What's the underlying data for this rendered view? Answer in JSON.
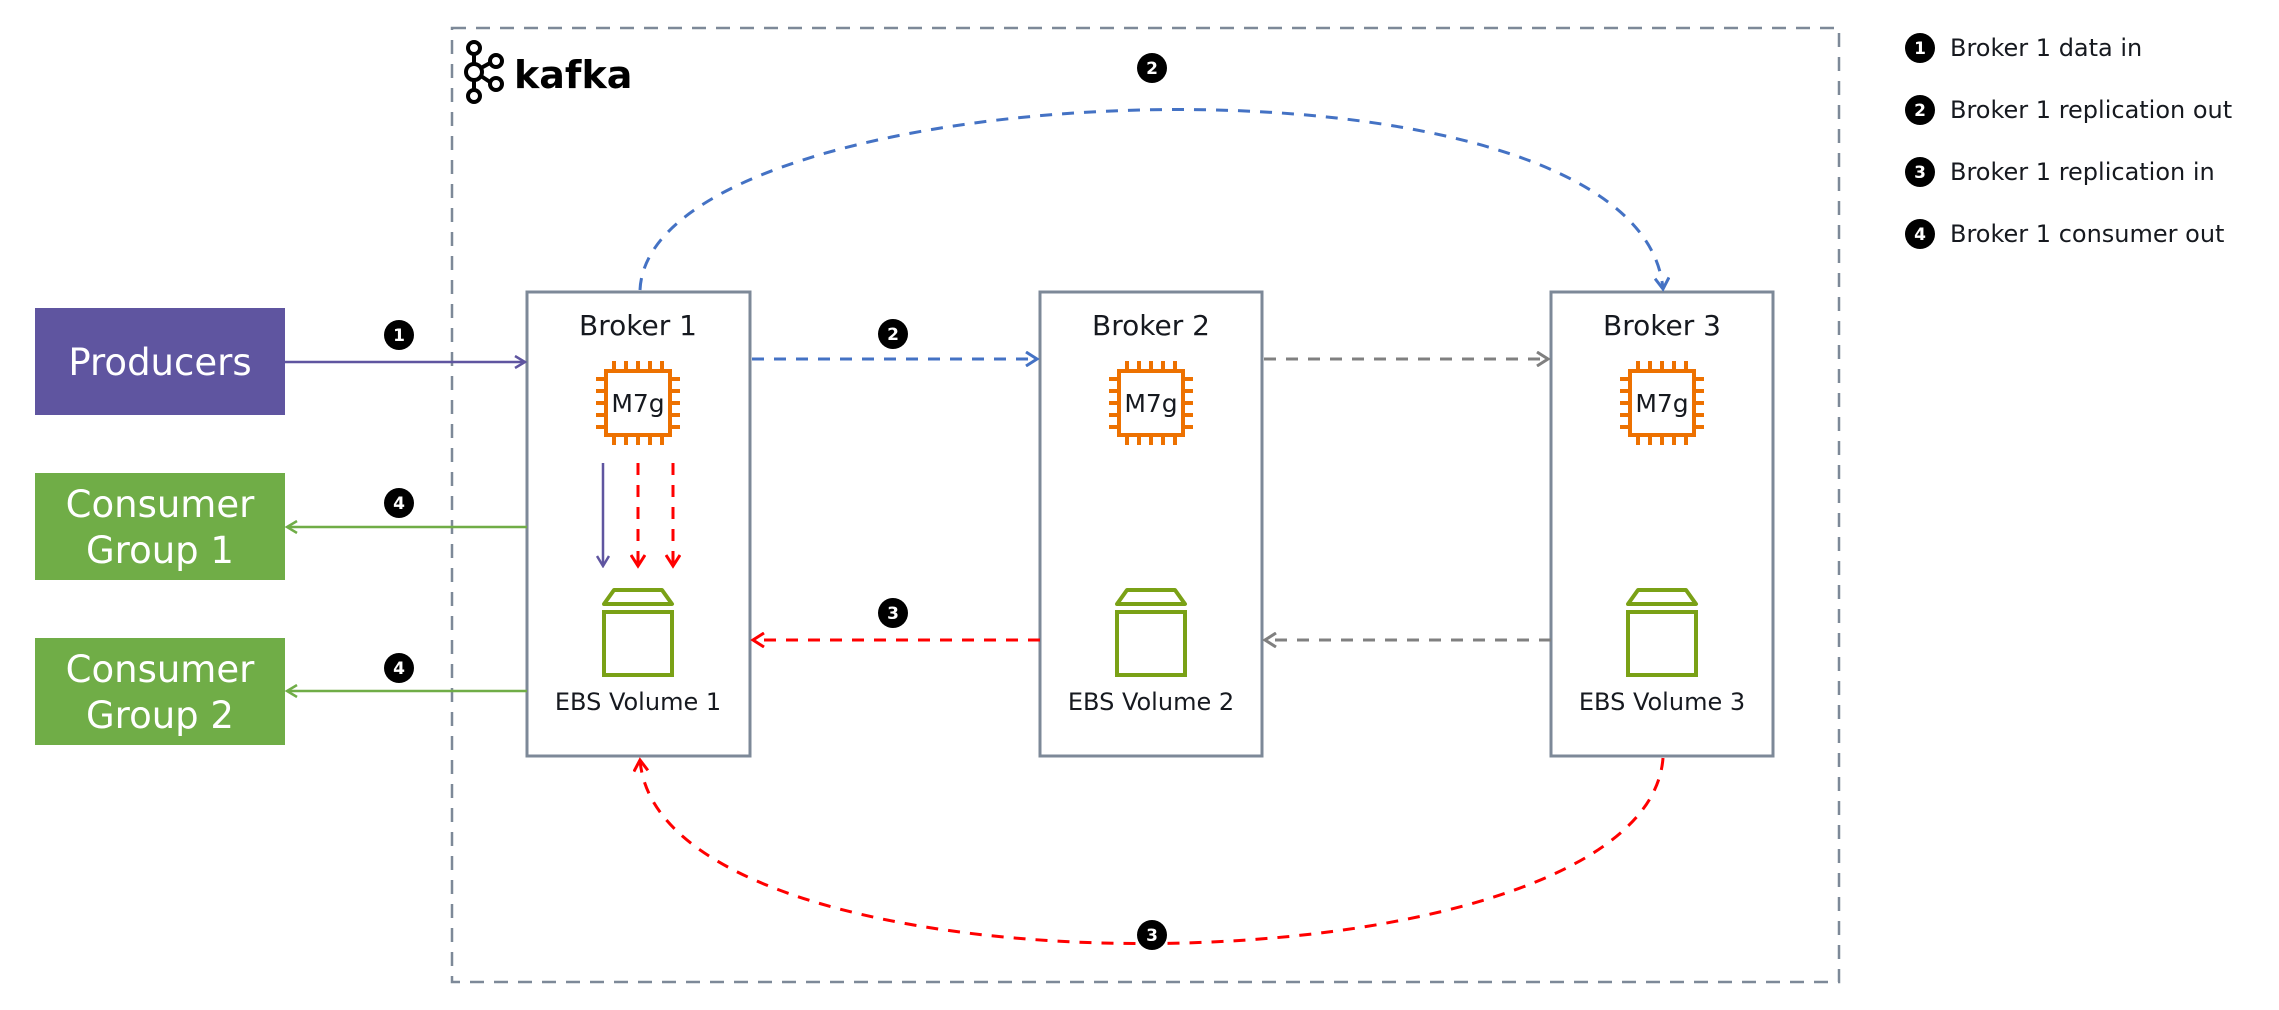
{
  "platform": {
    "name": "kafka"
  },
  "colors": {
    "producer": "#5f55a0",
    "consumer": "#70ad47",
    "replication_out": "#4472c4",
    "replication_in": "#ff0000",
    "follower": "#808080",
    "chip": "#ed7100",
    "volume": "#7aa116",
    "border": "#7d8998"
  },
  "clients": {
    "producers": {
      "label": "Producers"
    },
    "consumer_group_1": {
      "line1": "Consumer",
      "line2": "Group 1"
    },
    "consumer_group_2": {
      "line1": "Consumer",
      "line2": "Group 2"
    }
  },
  "brokers": [
    {
      "title": "Broker 1",
      "instance": "M7g",
      "volume": "EBS Volume 1"
    },
    {
      "title": "Broker 2",
      "instance": "M7g",
      "volume": "EBS Volume 2"
    },
    {
      "title": "Broker 3",
      "instance": "M7g",
      "volume": "EBS Volume 3"
    }
  ],
  "flows": [
    {
      "id": "producer-to-broker1",
      "badge": "1",
      "from": "Producers",
      "to": "Broker 1",
      "style": "solid",
      "color_key": "producer"
    },
    {
      "id": "broker1-to-cg1",
      "badge": "4",
      "from": "Broker 1",
      "to": "Consumer Group 1",
      "style": "solid",
      "color_key": "consumer"
    },
    {
      "id": "broker1-to-cg2",
      "badge": "4",
      "from": "Broker 1",
      "to": "Consumer Group 2",
      "style": "solid",
      "color_key": "consumer"
    },
    {
      "id": "broker1-to-broker2",
      "badge": "2",
      "from": "Broker 1",
      "to": "Broker 2",
      "style": "dashed",
      "color_key": "replication_out"
    },
    {
      "id": "broker1-to-broker3",
      "badge": "2",
      "from": "Broker 1",
      "to": "Broker 3",
      "style": "dashed",
      "color_key": "replication_out"
    },
    {
      "id": "broker2-to-broker1",
      "badge": "3",
      "from": "Broker 2",
      "to": "Broker 1",
      "style": "dashed",
      "color_key": "replication_in"
    },
    {
      "id": "broker3-to-broker1",
      "badge": "3",
      "from": "Broker 3",
      "to": "Broker 1",
      "style": "dashed",
      "color_key": "replication_in"
    },
    {
      "id": "broker2-to-broker3",
      "badge": "",
      "from": "Broker 2",
      "to": "Broker 3",
      "style": "dashed",
      "color_key": "follower"
    },
    {
      "id": "broker3-to-broker2",
      "badge": "",
      "from": "Broker 3",
      "to": "Broker 2",
      "style": "dashed",
      "color_key": "follower"
    }
  ],
  "legend": [
    {
      "badge": "1",
      "label": "Broker 1 data in"
    },
    {
      "badge": "2",
      "label": "Broker 1 replication out"
    },
    {
      "badge": "3",
      "label": "Broker 1 replication in"
    },
    {
      "badge": "4",
      "label": "Broker 1 consumer out"
    }
  ]
}
